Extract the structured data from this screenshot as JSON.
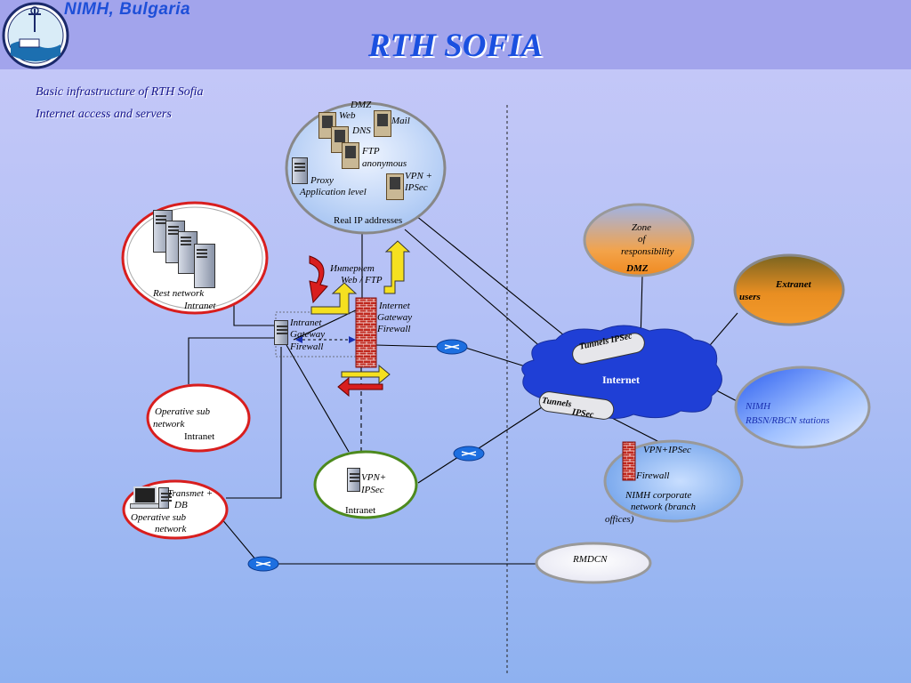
{
  "header": {
    "org": "NIMH, Bulgaria",
    "title": "RTH SOFIA"
  },
  "subtitles": [
    "Basic infrastructure of RTH Sofia",
    "Internet access and servers"
  ],
  "dmz": {
    "title": "DMZ",
    "web": "Web",
    "mail": "Mail",
    "dns": "DNS",
    "ftp_1": "FTP",
    "ftp_2": "anonymous",
    "proxy_1": "Proxy",
    "proxy_2": "Application level",
    "vpn_1": "VPN +",
    "vpn_2": "IPSec",
    "real_ip": "Real IP addresses"
  },
  "rest_network": {
    "line1": "Rest network",
    "line2": "Intranet"
  },
  "intranet_gateway": {
    "line1": "Intranet",
    "line2": "Gateway",
    "line3": "Firewall"
  },
  "internet_gateway": {
    "line1": "Internet",
    "line2": "Gateway",
    "line3": "Firewall"
  },
  "arrow_label": {
    "line1": "Интернет",
    "line2": "Web / FTP"
  },
  "operative_sub": {
    "line1": "Operative sub",
    "line2": "network",
    "line3": "Intranet"
  },
  "transmet": {
    "line1": "Transmet +",
    "line2": "DB",
    "line3": "Operative sub",
    "line4": "network"
  },
  "vpn_intranet": {
    "line1": "VPN+",
    "line2": "IPSec",
    "line3": "Intranet"
  },
  "zone": {
    "line1": "Zone",
    "line2": "of",
    "line3": "responsibility",
    "line4": "DMZ"
  },
  "extranet": {
    "line1": "Extranet",
    "line2": "users"
  },
  "internet": {
    "label": "Internet",
    "tunnel_top": "Tunnels IPSec",
    "tunnel_bottom_1": "Tunnels",
    "tunnel_bottom_2": "IPSec"
  },
  "nimh_rbsn": {
    "line1": "NIMH",
    "line2": "RBSN/RBCN stations"
  },
  "nimh_corp": {
    "line1": "VPN+IPSec",
    "line2": "Firewall",
    "line3": "NIMH corporate",
    "line4": "network (branch",
    "line5": "offices)"
  },
  "rmdcn": {
    "label": "RMDCN"
  },
  "colors": {
    "title_blue": "#1a50e0",
    "cloud_blue": "#1f3fd6",
    "firewall_red": "#c0281e",
    "ring_red": "#d81e1e",
    "ring_green": "#4d8a1e"
  }
}
